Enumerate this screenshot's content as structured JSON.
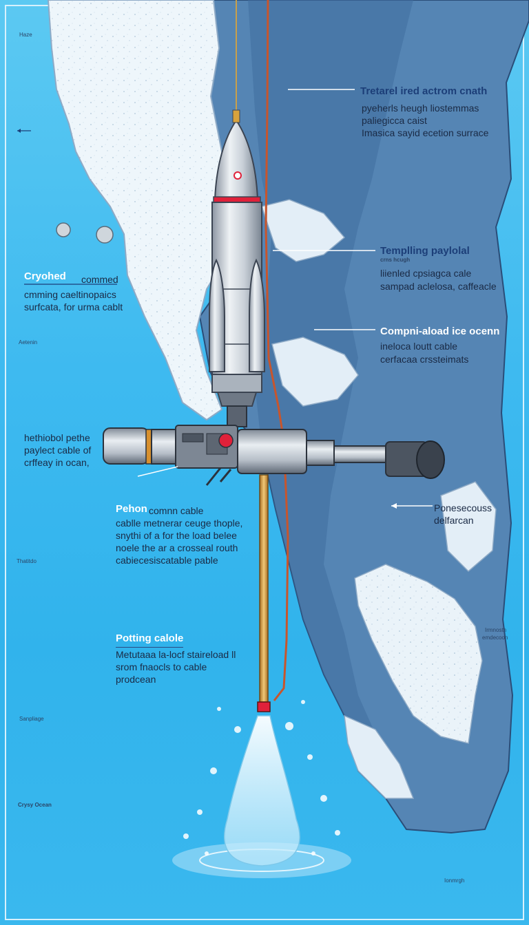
{
  "labels": {
    "top_right": {
      "heading": "Tretarel ired actrom cnath",
      "lines": [
        "pyeherls heugh liostemmas",
        "paliegicca caist",
        "Imasica sayid ecetion surrace"
      ]
    },
    "mid_right": {
      "heading": "Templling paylolal",
      "subheading": "crns hcugh",
      "lines": [
        "liienled cpsiagca cale",
        "sampad aclelosa, caffeacle"
      ]
    },
    "ice_right": {
      "heading": "Compni-aload ice ocenn",
      "lines": [
        "ineloca loutt cable",
        "cerfacaa crssteimats"
      ]
    },
    "left_cryo": {
      "heading": "Cryohed",
      "heading_suffix": "commed",
      "lines": [
        "cmming caeltinopaics",
        "surfcata, for urma cablt"
      ]
    },
    "left_payload": {
      "lines": [
        "hethiobol pethe",
        "paylect cable of",
        "crffeay in ocan,"
      ]
    },
    "left_cable": {
      "heading": "Pehon",
      "heading_suffix": "comnn cable",
      "lines": [
        "cablle metnerar ceuge thople,",
        "snythi of a for the load belee",
        "noele the ar a crosseal routh",
        "cabiecesiscatable pable"
      ]
    },
    "left_potting": {
      "heading": "Potting calole",
      "lines": [
        "Metutaaa la-locf staireload ll",
        "srom fnaocls to cable",
        "prodcean"
      ]
    },
    "right_pone": {
      "lines": [
        "Ponesecouss",
        "delfarcan"
      ]
    },
    "tiny": {
      "t1": "Haze",
      "t2": "Aetenin",
      "t3": "Thatitdo",
      "t4": "Sanpliage",
      "t5": "Crysy Ocean",
      "t6": "Irmnosth",
      "t7": "emdecoon",
      "t8": "Ionmrgh"
    }
  },
  "colors": {
    "ocean": "#31b3ec",
    "ice": "#eef6fb",
    "rock": "#4f7fae",
    "probe": "#c6cdd5",
    "tether": "#c8552c",
    "cable": "#d39a3c",
    "accent": "#e0213a"
  }
}
